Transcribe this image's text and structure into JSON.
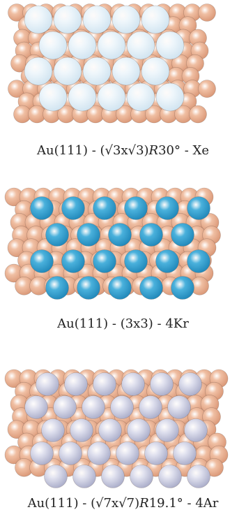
{
  "panels": [
    {
      "caption_parts": [
        "Au(111) - (√3x√3)",
        "R",
        "30° - Xe"
      ],
      "adsorbate_color": "#eef6fb",
      "adsorbate_shade": "#cfe3f0",
      "substrate_color": "#f0bfa3",
      "substrate_shade": "#d99675"
    },
    {
      "caption_parts": [
        "Au(111) - (3x3) - 4Kr",
        "",
        ""
      ],
      "adsorbate_color": "#4ab1dc",
      "adsorbate_shade": "#1f86b8",
      "substrate_color": "#f0bfa3",
      "substrate_shade": "#d99675"
    },
    {
      "caption_parts": [
        "Au(111) - (√7x√7)",
        "R",
        "19.1° - 4Ar"
      ],
      "adsorbate_color": "#dfe0ee",
      "adsorbate_shade": "#a8abc8",
      "substrate_color": "#f0bfa3",
      "substrate_shade": "#d99675"
    }
  ]
}
